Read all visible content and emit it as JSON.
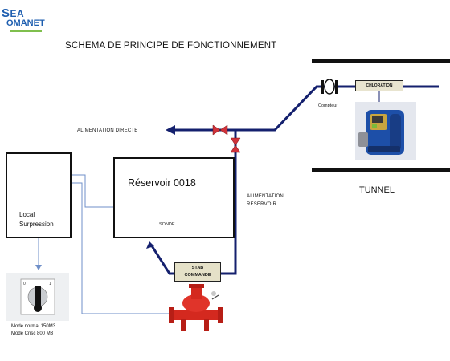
{
  "logo": {
    "line1_prefix": "S",
    "line1_rest": "EA",
    "line2": "OMANET"
  },
  "title": "SCHEMA DE PRINCIPE DE FONCTIONNEMENT",
  "labels": {
    "alimentation_directe": "ALIMENTATION  DIRECTE",
    "alimentation_reservoir_1": "ALIMENTATION",
    "alimentation_reservoir_2": "RESERVOIR",
    "tunnel": "TUNNEL",
    "chloration": "CHLORATION",
    "compteur": "Compteur",
    "reservoir": "Réservoir 0018",
    "sonde": "SONDE",
    "local_1": "Local",
    "local_2": "Surpression",
    "stab_1": "STAB",
    "stab_2": "COMMANDE",
    "mode_1": "Mode normal 150M3",
    "mode_2": "Mode Cnsc 800 M3"
  },
  "colors": {
    "pipe": "#14206e",
    "signal": "#6f8fc8",
    "valve": "#d0323a",
    "tunnel_wall": "#111111",
    "pump_blue": "#1d4fa8"
  }
}
